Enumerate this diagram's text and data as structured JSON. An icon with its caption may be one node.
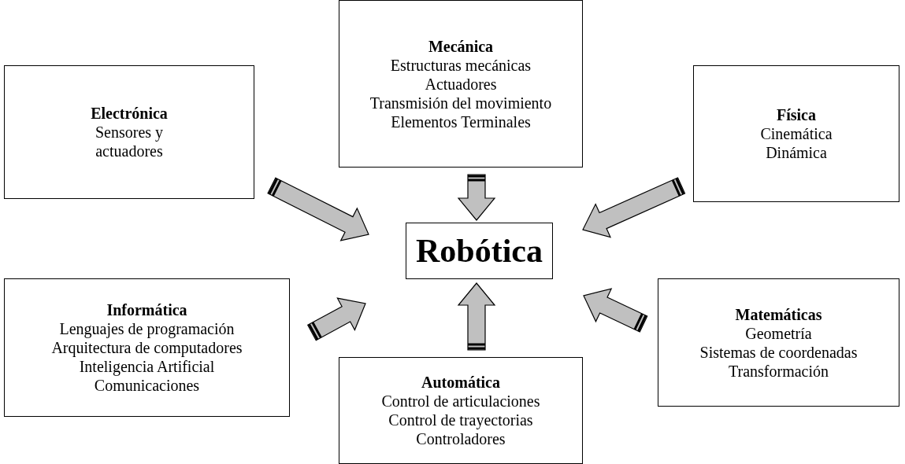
{
  "diagram": {
    "nodes": [
      {
        "text": [
          "Mecánica",
          "Estructuras mecánicas",
          "Actuadores",
          "Transmisión del movimiento",
          "Elementos Terminales"
        ]
      },
      {
        "text": [
          "Electrónica",
          "Sensores y actuadores"
        ]
      },
      {
        "text": [
          "Física",
          "Cinemática",
          "Dinámica"
        ]
      },
      {
        "text": [
          "Robótica"
        ]
      },
      {
        "text": [
          "Informática",
          "Lenguajes de programación",
          "Arquitectura de computadores",
          "Inteligencia Artificial",
          "Comunicaciones"
        ]
      },
      {
        "text": [
          "Matemáticas",
          "Geometría",
          "Sistemas de coordenadas",
          "Transformación"
        ]
      },
      {
        "text": [
          "Automática",
          "Control de articulaciones",
          "Control de trayectorias",
          "Controladores"
        ]
      }
    ],
    "edges": [
      {
        "from": 0,
        "to": 3,
        "arrow": "to"
      },
      {
        "from": 1,
        "to": 3,
        "arrow": "to"
      },
      {
        "from": 2,
        "to": 3,
        "arrow": "to"
      },
      {
        "from": 4,
        "to": 3,
        "arrow": "to"
      },
      {
        "from": 6,
        "to": 3,
        "arrow": "to"
      },
      {
        "from": 5,
        "to": 3,
        "arrow": "to"
      }
    ]
  }
}
